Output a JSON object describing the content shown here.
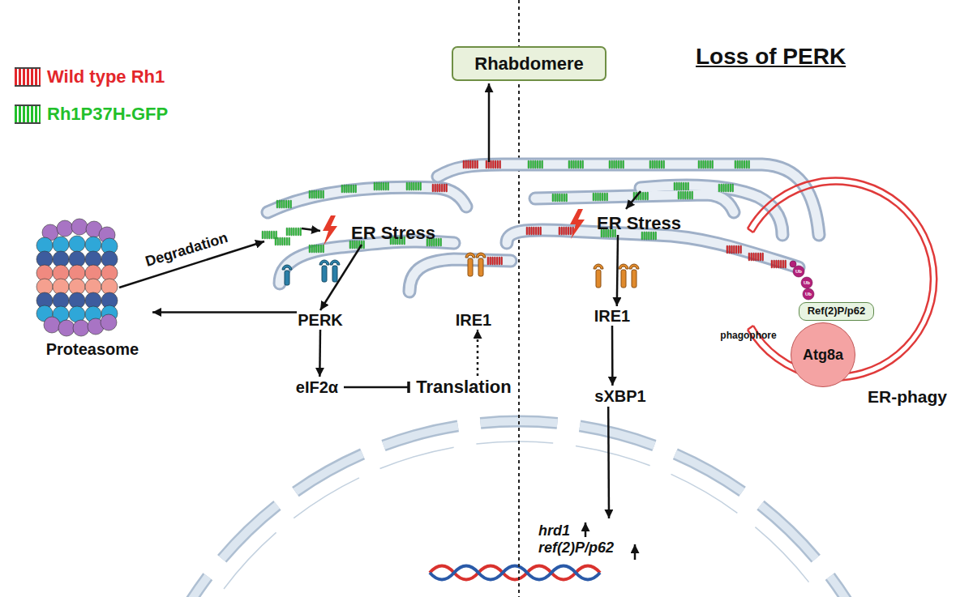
{
  "diagram": {
    "title": "Loss of PERK",
    "nodes": [
      {
        "text": [
          "Rhabdomere"
        ]
      },
      {
        "text": [
          "ER Stress"
        ]
      },
      {
        "text": [
          "PERK"
        ]
      },
      {
        "text": [
          "eIF2α"
        ]
      },
      {
        "text": [
          "Translation"
        ]
      },
      {
        "text": [
          "IRE1"
        ]
      },
      {
        "text": [
          "Proteasome"
        ]
      },
      {
        "text": [
          "ER Stress"
        ]
      },
      {
        "text": [
          "IRE1"
        ]
      },
      {
        "text": [
          "sXBP1"
        ]
      },
      {
        "text": [
          "hrd1",
          "ref(2)P/p62"
        ]
      },
      {
        "text": [
          "Ref(2)P/p62"
        ]
      },
      {
        "text": [
          "Atg8a"
        ]
      }
    ],
    "edges": [
      {
        "from": 1,
        "to": 2,
        "arrow": "to"
      },
      {
        "from": 2,
        "to": 6,
        "arrow": "to"
      },
      {
        "from": 2,
        "to": 3,
        "arrow": "to"
      },
      {
        "from": 3,
        "to": 4,
        "arrow": "to"
      },
      {
        "from": 4,
        "to": 5,
        "arrow": "to"
      },
      {
        "from": 7,
        "to": 8,
        "arrow": "to"
      },
      {
        "from": 8,
        "to": 9,
        "arrow": "to"
      },
      {
        "from": 9,
        "to": 10,
        "arrow": "to"
      }
    ],
    "labels": [
      "Degradation",
      "phagophore",
      "ER-phagy",
      "Ub",
      "Ub",
      "Ub"
    ],
    "legend": [
      {
        "text": "Wild type Rh1",
        "color": "#e3262b"
      },
      {
        "text": "Rh1P37H-GFP",
        "color": "#22c02b"
      }
    ]
  }
}
